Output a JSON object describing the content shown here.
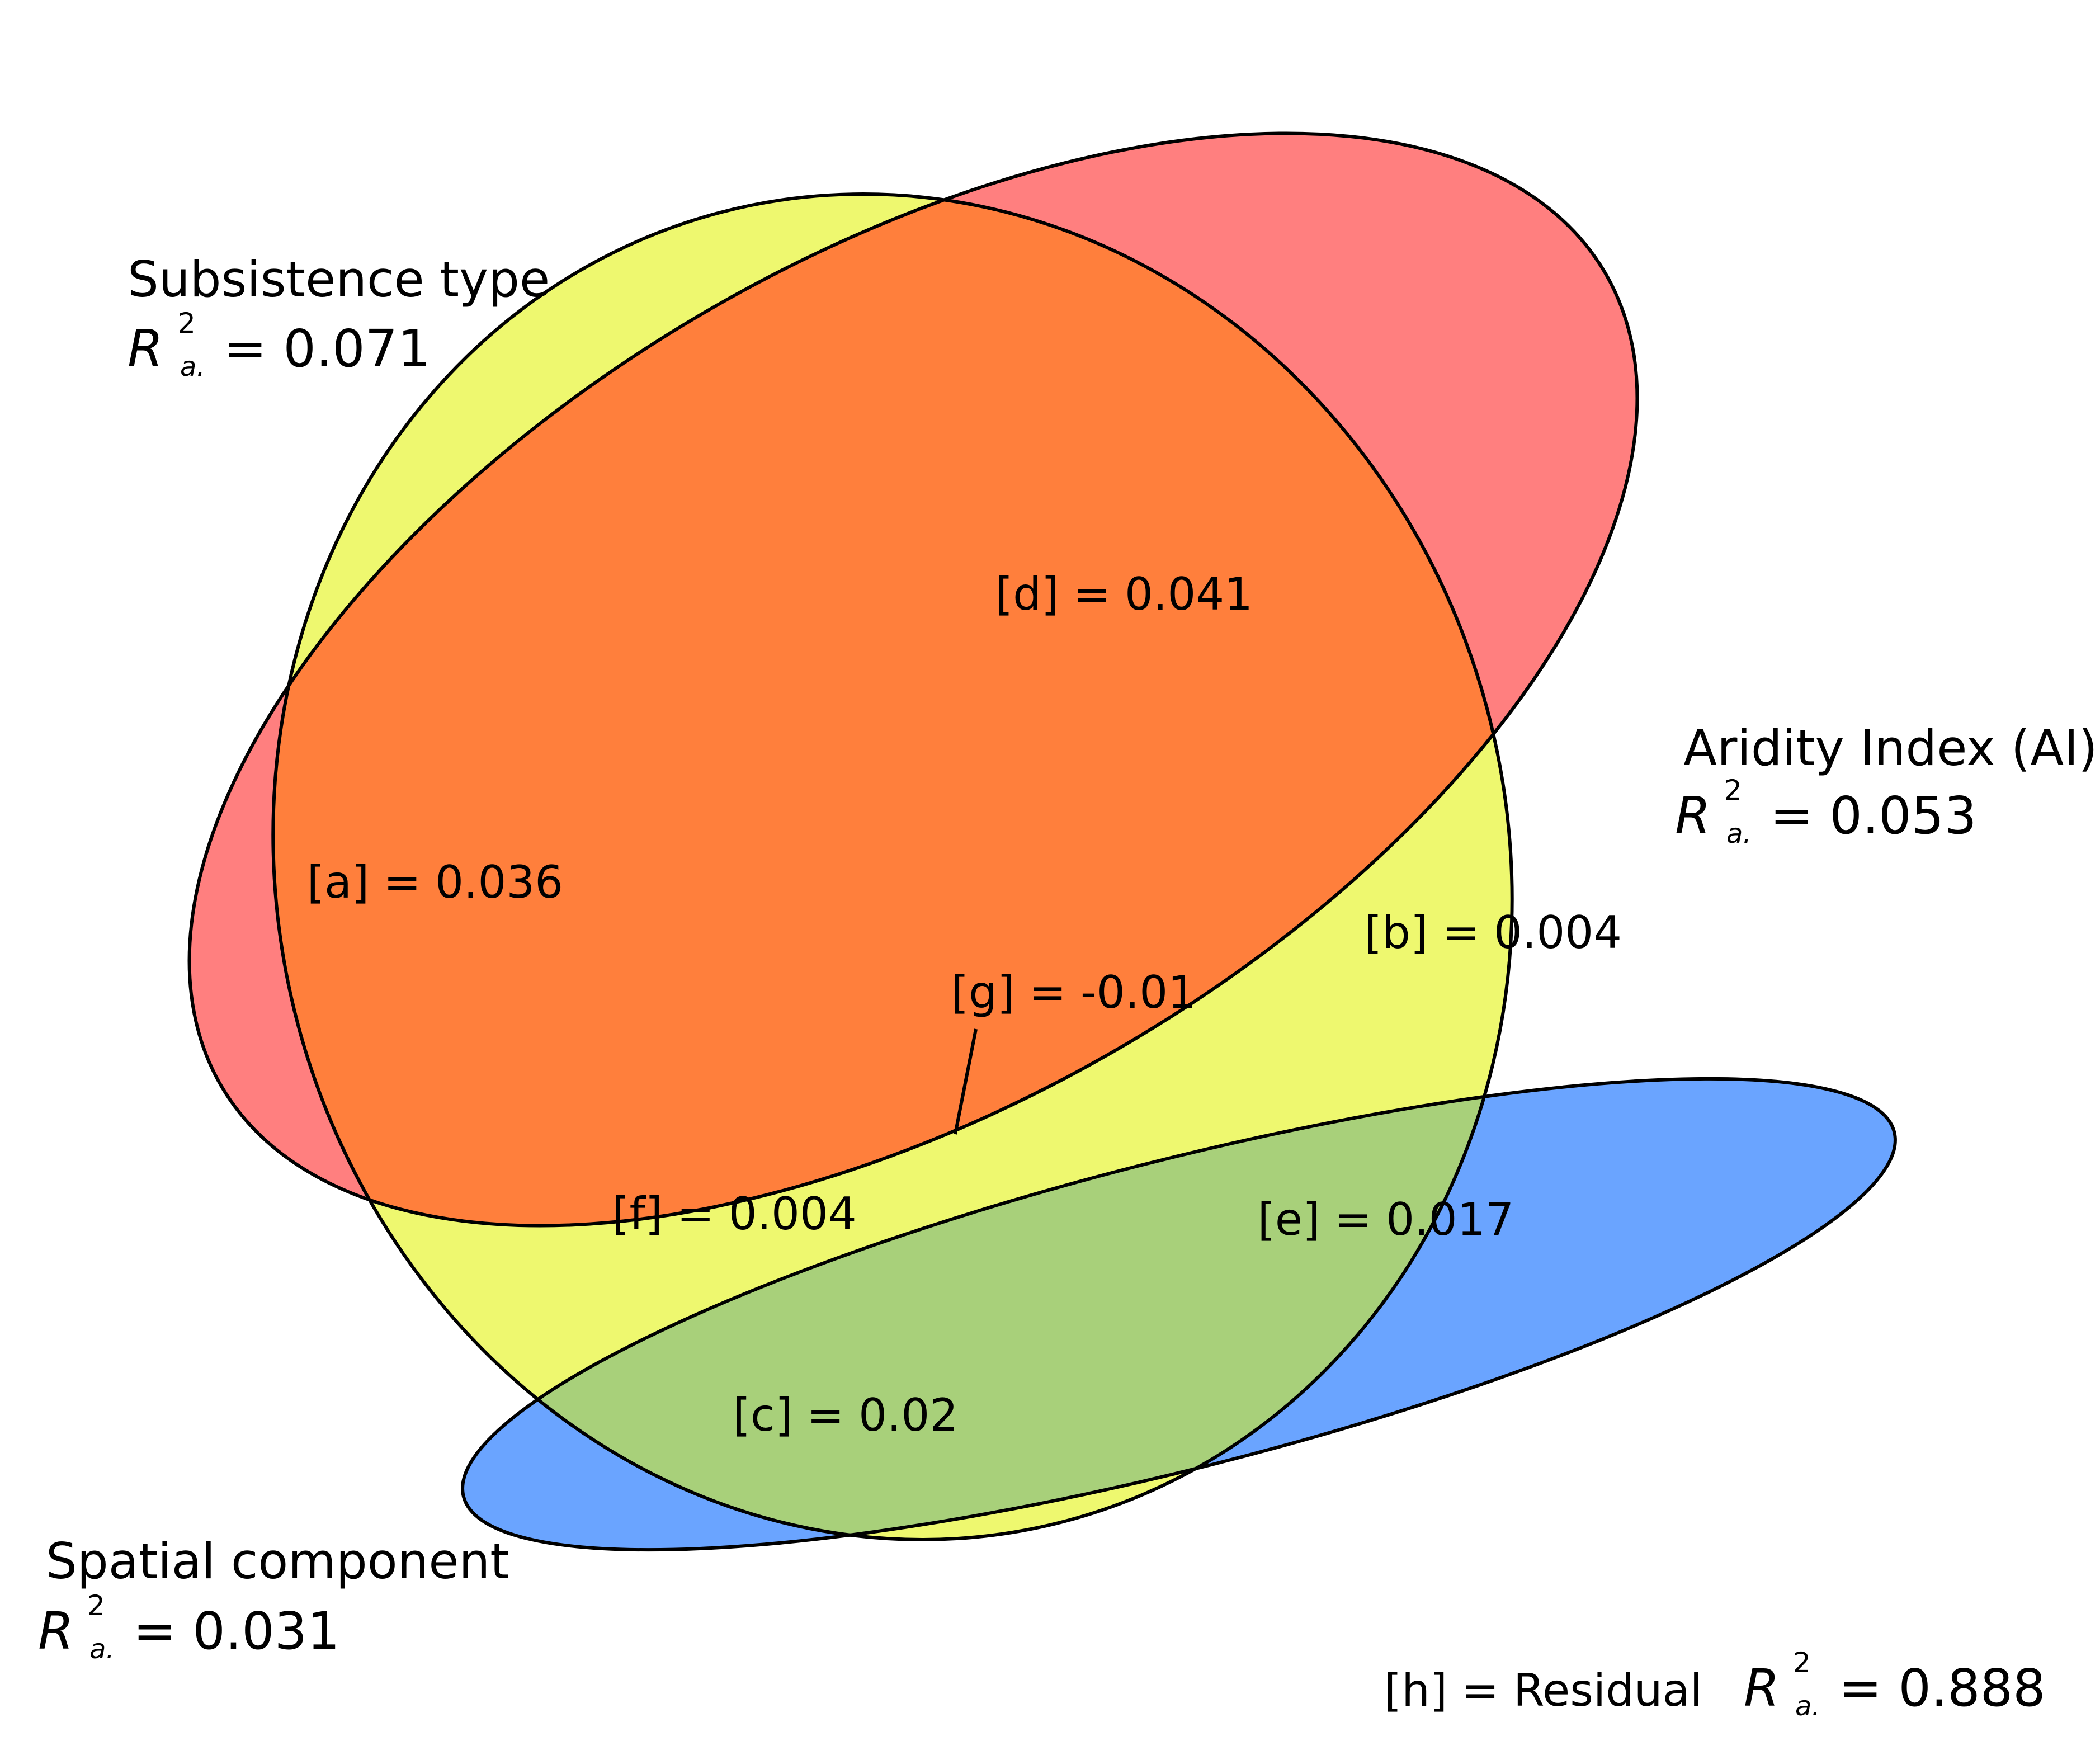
{
  "colors": {
    "subsistence": "#ff7f7f",
    "aridity": "#eef86f",
    "spatial": "#6aa4ff",
    "d_overlap": "#ff7f3c",
    "b_overlap": "#eef86f",
    "e_overlap": "#a8d07a",
    "f_overlap": "#d44f7c",
    "g_overlap": "#f0663e",
    "outline": "#000000"
  },
  "sets": {
    "subsistence": {
      "name": "Subsistence type",
      "r_symbol": "R",
      "r_sup": "2",
      "r_sub": "a.",
      "r_value": "= 0.071"
    },
    "aridity": {
      "name": "Aridity Index (AI)",
      "r_symbol": "R",
      "r_sup": "2",
      "r_sub": "a.",
      "r_value": "= 0.053"
    },
    "spatial": {
      "name": "Spatial component",
      "r_symbol": "R",
      "r_sup": "2",
      "r_sub": "a.",
      "r_value": "= 0.031"
    }
  },
  "regions": {
    "a": "[a] = 0.036",
    "b": "[b] = 0.004",
    "c": "[c] = 0.02",
    "d": "[d] = 0.041",
    "e": "[e] = 0.017",
    "f": "[f] = 0.004",
    "g": "[g] = -0.01"
  },
  "residual": {
    "label": "[h] = Residual",
    "r_symbol": "R",
    "r_sup": "2",
    "r_sub": "a.",
    "r_value": "= 0.888"
  }
}
